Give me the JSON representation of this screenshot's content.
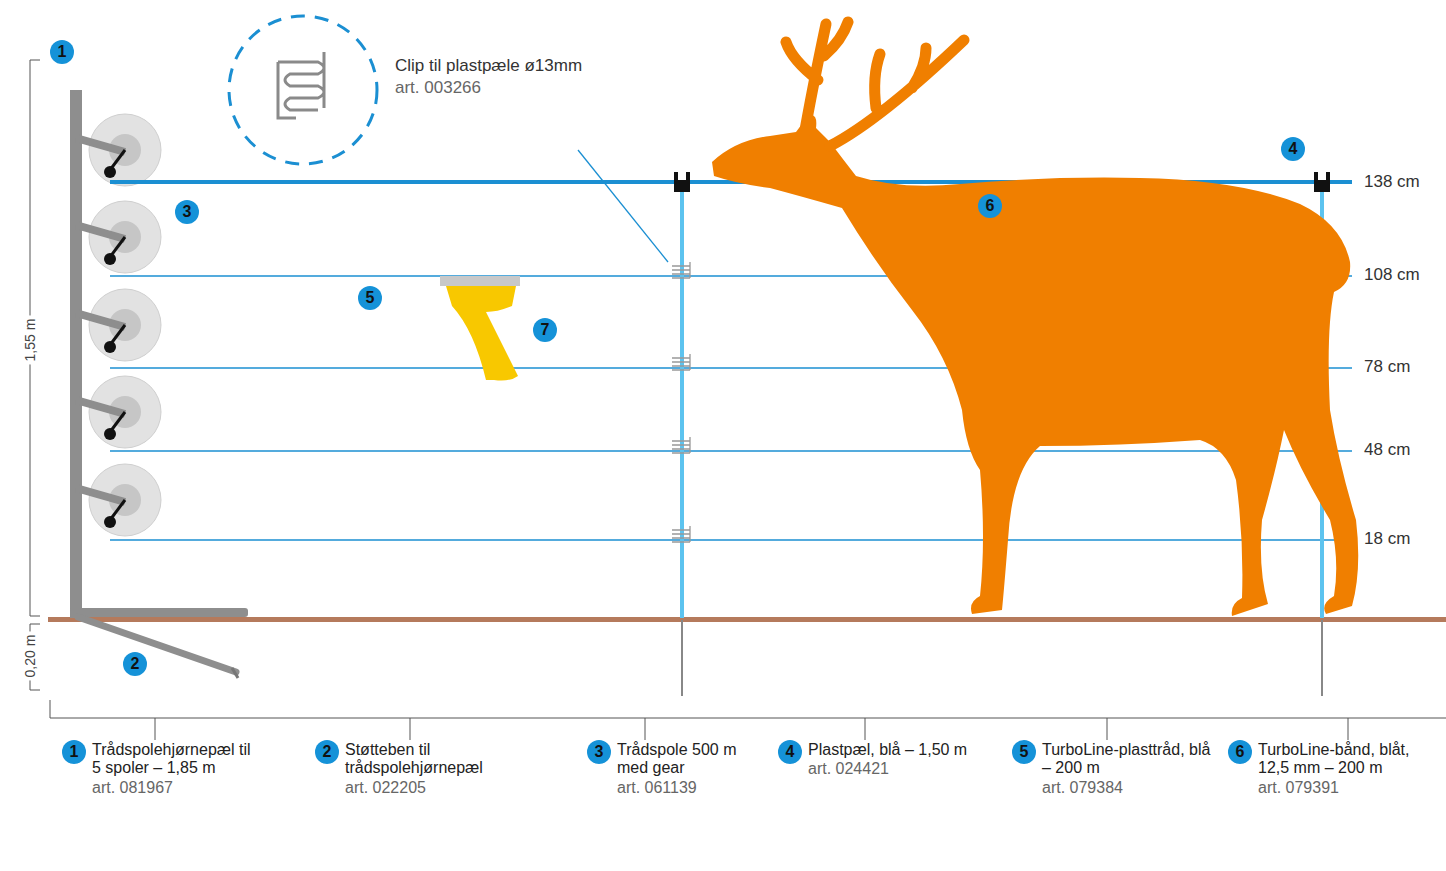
{
  "diagram": {
    "labels": [
      "1",
      "Clip til plastpæle ø13mm",
      "art. 003266",
      "3",
      "5",
      "7",
      "4",
      "6",
      "138 cm",
      "108 cm",
      "78 cm",
      "48 cm",
      "18 cm",
      "1,55 m",
      "0,20 m",
      "2",
      "1",
      "Trådspolehjørnepæl til 5 spoler – 1,85 m",
      "art. 081967",
      "2",
      "Støtteben til trådspolehjørnepæl",
      "art. 022205",
      "3",
      "Trådspole 500 m med gear",
      "art. 061139",
      "4",
      "Plastpæl, blå – 1,50 m",
      "art. 024421",
      "5",
      "TurboLine-plasttråd, blå – 200 m",
      "art. 079384",
      "6",
      "TurboLine-bånd, blåt, 12,5 mm – 200 m",
      "art. 079391"
    ]
  }
}
